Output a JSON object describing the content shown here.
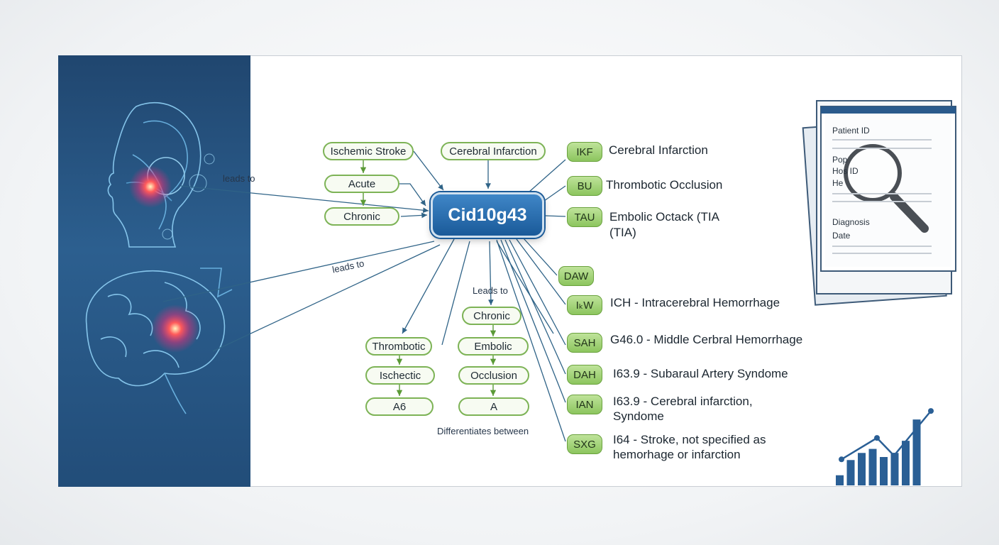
{
  "center": {
    "label": "Cid10g43"
  },
  "left_nodes": {
    "ischemic_stroke": "Ischemic Stroke",
    "acute": "Acute",
    "chronic": "Chronic",
    "cerebral_infarction": "Cerebral Infarction"
  },
  "edge_labels": {
    "leads_to_top": "leads to",
    "leads_to_mid": "leads to",
    "leads_to_lower": "Leads to",
    "differentiates": "Differentiates between"
  },
  "lower_tree": {
    "chronic": "Chronic",
    "thrombotic": "Thrombotic",
    "embolic": "Embolic",
    "ischectic": "Ischectic",
    "occlusion": "Occlusion",
    "a6": "A6",
    "a": "A"
  },
  "codes": [
    {
      "badge": "IKF",
      "label": "Cerebral Infarction"
    },
    {
      "badge": "BU",
      "label": "Thrombotic Occlusion"
    },
    {
      "badge": "TAU",
      "label": "Embolic Octack (TIA",
      "label2": "(TIA)"
    },
    {
      "badge": "DAW",
      "label": ""
    },
    {
      "badge": "IₖW",
      "label": "ICH - Intracerebral Hemorrhage"
    },
    {
      "badge": "SAH",
      "label": "G46.0 - Middle Cerbral Hemorrhage"
    },
    {
      "badge": "DAH",
      "label": "I63.9 - Subaraul Artery Syndome"
    },
    {
      "badge": "IAN",
      "label": "I63.9 - Cerebral infarction,",
      "label2": "Syndome"
    },
    {
      "badge": "SXG",
      "label": "I64 - Stroke, not specified as",
      "label2": "hemorhage or infarction"
    }
  ],
  "document": {
    "field1": "Patient ID",
    "field2": "Pop",
    "field3": "Hos ID",
    "field4": "He",
    "field5": "Diagnosis",
    "field6": "Date"
  },
  "mini_chart": {
    "type": "bar",
    "values": [
      1,
      2.5,
      3.2,
      3.6,
      2.8,
      3.2,
      4.4,
      6.5
    ],
    "line": [
      2.8,
      5.1,
      3.2,
      8.0
    ]
  },
  "colors": {
    "accent_green": "#7db356",
    "central_blue": "#1a5a99",
    "connector": "#2f6387",
    "panel_blue": "#2c5f8f"
  }
}
